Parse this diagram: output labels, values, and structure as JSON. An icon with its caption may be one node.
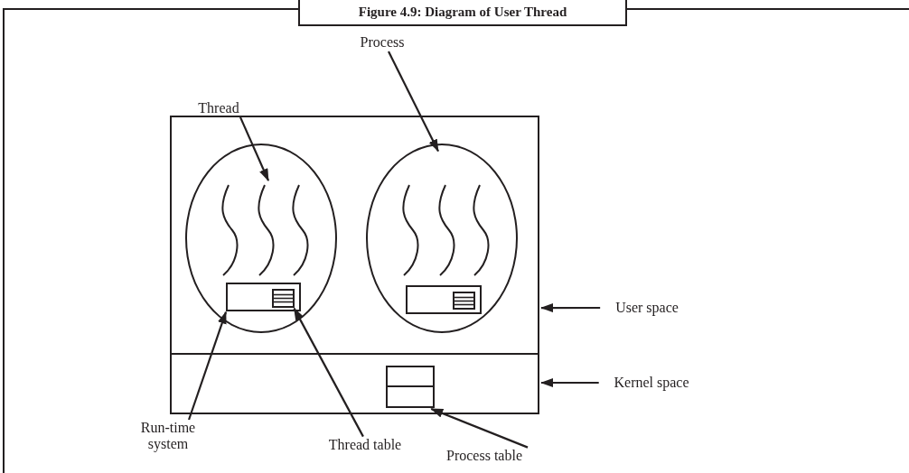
{
  "diagram": {
    "title": "Figure 4.9: Diagram of User Thread",
    "nodes": [
      {
        "text": [
          "Thread"
        ]
      },
      {
        "text": [
          "Process"
        ]
      },
      {
        "text": [
          "User space"
        ]
      },
      {
        "text": [
          "Kernel space"
        ]
      },
      {
        "text": [
          "Run-time system"
        ]
      },
      {
        "text": [
          "Thread table"
        ]
      },
      {
        "text": [
          "Process table"
        ]
      },
      {
        "text": [],
        "shape": "box"
      },
      {
        "text": [],
        "shape": "ellipse",
        "in": 7
      },
      {
        "text": [],
        "shape": "box",
        "in": 8
      },
      {
        "text": [],
        "shape": "box",
        "in": 9
      },
      {
        "text": [],
        "shape": "ellipse",
        "in": 7
      },
      {
        "text": [],
        "shape": "box",
        "in": 11
      },
      {
        "text": [],
        "shape": "box",
        "in": 12
      },
      {
        "text": [],
        "shape": "box"
      },
      {
        "text": [],
        "shape": "box",
        "in": 14
      }
    ],
    "edges": [
      {
        "from": 0,
        "to": null,
        "arrow": "to"
      },
      {
        "from": 1,
        "to": 11,
        "arrow": "to"
      },
      {
        "from": 2,
        "to": 7,
        "arrow": "to"
      },
      {
        "from": 3,
        "to": 14,
        "arrow": "to"
      },
      {
        "from": 4,
        "to": 9,
        "arrow": "to"
      },
      {
        "from": 5,
        "to": 10,
        "arrow": "to"
      },
      {
        "from": 6,
        "to": 15,
        "arrow": "to"
      }
    ]
  }
}
